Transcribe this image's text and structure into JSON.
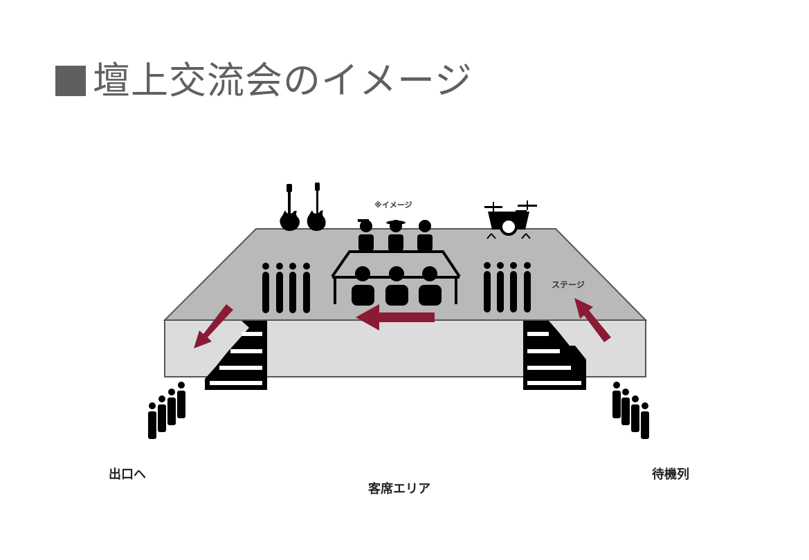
{
  "title": {
    "text": "壇上交流会のイメージ",
    "marker_color": "#5f5f5f"
  },
  "diagram": {
    "note": "※イメージ",
    "stage_label": "ステージ",
    "labels": {
      "exit": "出口へ",
      "audience_area": "客席エリア",
      "waiting_line": "待機列"
    },
    "colors": {
      "stage_top": "#b9b9b9",
      "stage_front": "#dcdcdc",
      "arrow": "#8b1a35",
      "icons": "#000000"
    },
    "icons": [
      "guitar-icon",
      "guitar-icon",
      "panel-host-icon",
      "panel-host-icon",
      "panel-host-icon",
      "drum-kit-icon",
      "standing-staff-icon",
      "seated-guest-icon",
      "staircase-icon",
      "queue-people-icon"
    ]
  }
}
